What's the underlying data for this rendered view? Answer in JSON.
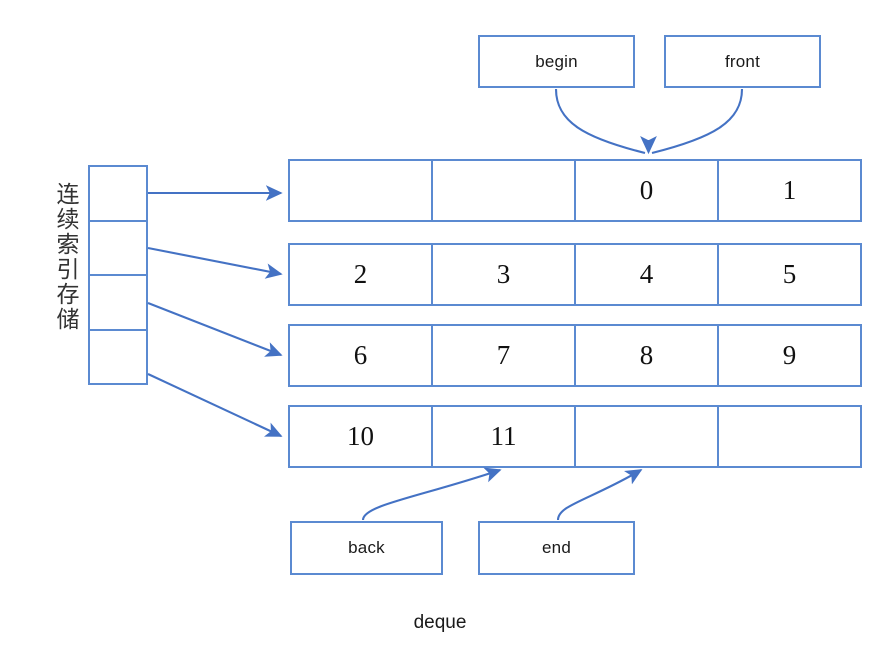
{
  "diagram": {
    "caption": "deque",
    "accent_color": "#5b8ad1",
    "storage_label": "连续索引存储"
  },
  "pointers": {
    "begin": "begin",
    "front": "front",
    "back": "back",
    "end": "end"
  },
  "map_column": {
    "cells": [
      "",
      "",
      "",
      ""
    ]
  },
  "buffers": [
    {
      "cells": [
        "",
        "",
        "0",
        "1"
      ]
    },
    {
      "cells": [
        "2",
        "3",
        "4",
        "5"
      ]
    },
    {
      "cells": [
        "6",
        "7",
        "8",
        "9"
      ]
    },
    {
      "cells": [
        "10",
        "11",
        "",
        ""
      ]
    }
  ]
}
